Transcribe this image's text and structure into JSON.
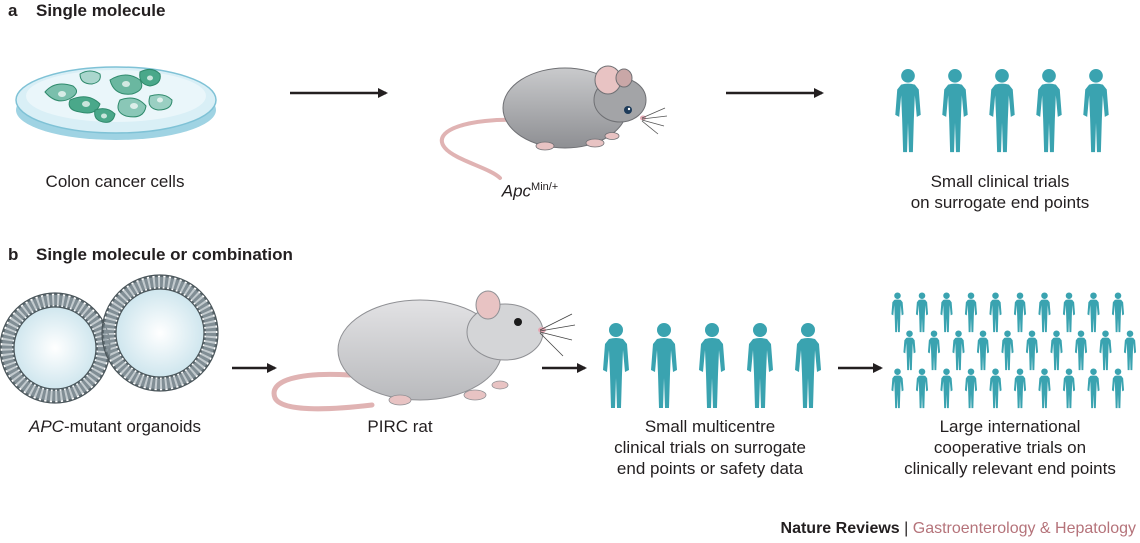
{
  "panel_a": {
    "letter": "a",
    "title": "Single molecule",
    "steps": [
      {
        "caption": "Colon cancer cells"
      },
      {
        "caption_main": "Apc",
        "caption_sup": "Min/+"
      },
      {
        "caption_lines": [
          "Small clinical trials",
          "on surrogate end points"
        ]
      }
    ]
  },
  "panel_b": {
    "letter": "b",
    "title": "Single molecule or combination",
    "steps": [
      {
        "caption_italic": "APC",
        "caption_rest": "-mutant organoids"
      },
      {
        "caption": "PIRC rat"
      },
      {
        "caption_lines": [
          "Small multicentre",
          "clinical trials on surrogate",
          "end points or safety data"
        ]
      },
      {
        "caption_lines": [
          "Large international",
          "cooperative trials on",
          "clinically relevant end points"
        ]
      }
    ]
  },
  "footer": {
    "brand": "Nature Reviews",
    "separator": "|",
    "journal": "Gastroenterology & Hepatology"
  },
  "colors": {
    "human_figure": "#3aa3b0",
    "cell_green": "#4aa88a",
    "dish_blue": "#bfe3ee",
    "mouse_grey": "#a9aaad",
    "journal_pink": "#b5737a"
  },
  "icons": [
    "petri-dish-icon",
    "mouse-icon",
    "rat-icon",
    "organoid-icon",
    "human-figure-icon",
    "arrow-icon"
  ]
}
